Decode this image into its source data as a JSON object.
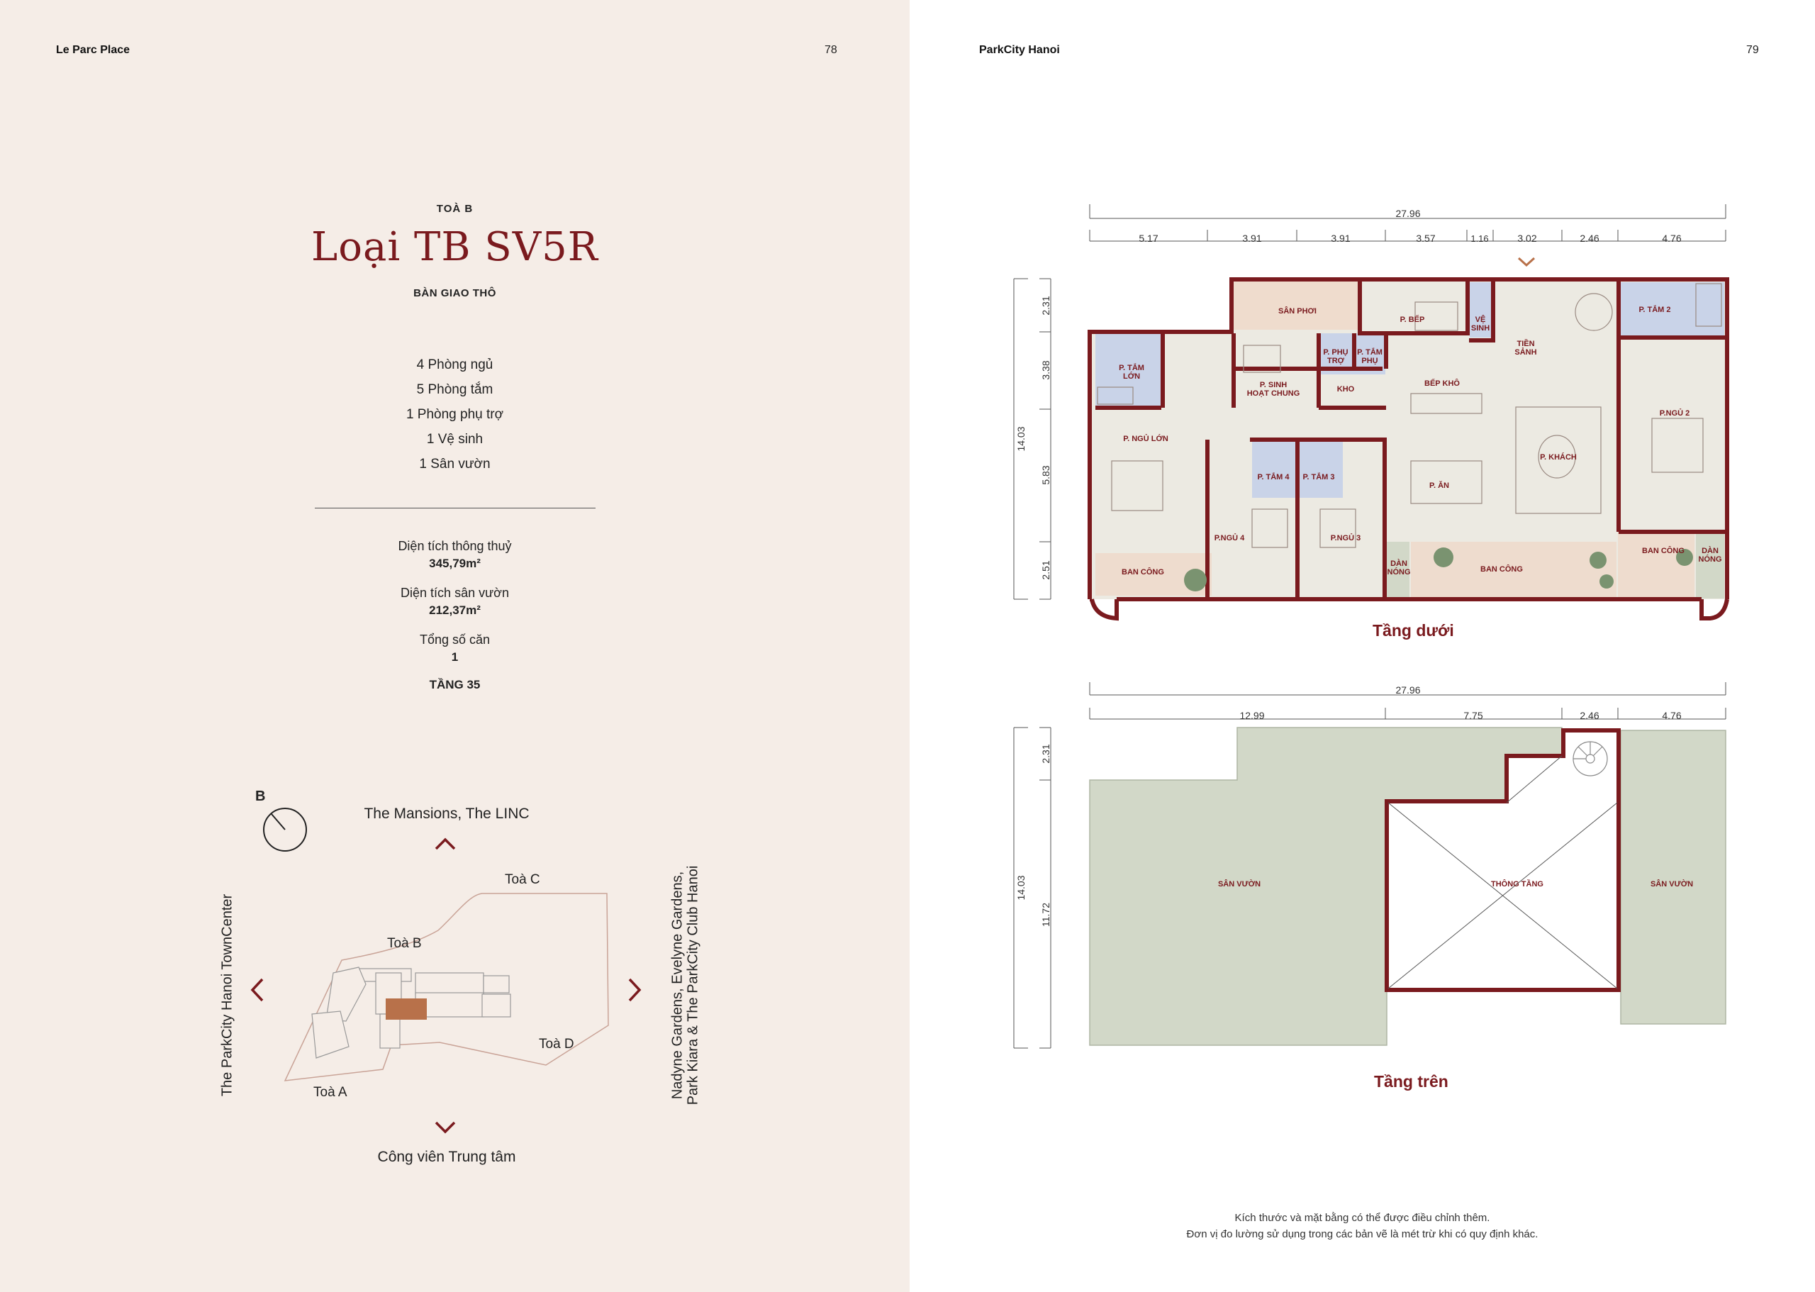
{
  "left_page": {
    "header": "Le Parc Place",
    "page_number": "78",
    "building": "TOÀ B",
    "title": "Loại TB SV5R",
    "handover": "BÀN GIAO THÔ",
    "features": [
      "4 Phòng ngủ",
      "5 Phòng tắm",
      "1 Phòng phụ trợ",
      "1 Vệ sinh",
      "1 Sân vườn"
    ],
    "stats": [
      {
        "label": "Diện tích thông thuỷ",
        "value": "345,79m²"
      },
      {
        "label": "Diện tích sân vườn",
        "value": "212,37m²"
      },
      {
        "label": "Tổng số căn",
        "value": "1"
      }
    ],
    "floor": "TẦNG 35",
    "site_plan": {
      "compass_label": "B",
      "north_label": "The Mansions, The LINC",
      "south_label": "Công viên Trung tâm",
      "west_label": "The ParkCity Hanoi TownCenter",
      "east_label_1": "Nadyne Gardens, Evelyne Gardens,",
      "east_label_2": "Park Kiara & The ParkCity Club Hanoi",
      "towers": [
        "Toà A",
        "Toà B",
        "Toà C",
        "Toà D"
      ],
      "accent_color": "#b8714a"
    }
  },
  "right_page": {
    "header": "ParkCity Hanoi",
    "page_number": "79",
    "lower_floor": {
      "caption": "Tầng dưới",
      "total_width": "27.96",
      "segments": [
        "5.17",
        "3.91",
        "3.91",
        "3.57",
        "1.16",
        "3.02",
        "2.46",
        "4.76"
      ],
      "total_depth": "14.03",
      "depth_segments": [
        "2.31",
        "3.38",
        "5.83",
        "2.51"
      ],
      "rooms": {
        "san_phoi": "SÂN PHƠI",
        "p_bep": "P. BẾP",
        "ve_sinh_1": "VỆ",
        "ve_sinh_2": "SINH",
        "p_tam_2": "P. TẮM 2",
        "tien_sanh_1": "TIỀN",
        "tien_sanh_2": "SẢNH",
        "p_tam_lon_1": "P. TẮM",
        "p_tam_lon_2": "LỚN",
        "p_sinh_hoat_1": "P. SINH",
        "p_sinh_hoat_2": "HOẠT CHUNG",
        "p_phu_tro_1": "P. PHỤ",
        "p_phu_tro_2": "TRỢ",
        "p_tam_phu_1": "P. TẮM",
        "p_tam_phu_2": "PHỤ",
        "kho": "KHO",
        "bep_kho": "BẾP KHÔ",
        "p_ngu_lon": "P. NGỦ LỚN",
        "p_tam_4": "P. TẮM 4",
        "p_tam_3": "P. TẮM 3",
        "p_ngu_4": "P.NGỦ 4",
        "p_ngu_3": "P.NGỦ 3",
        "p_an": "P. ĂN",
        "p_khach": "P. KHÁCH",
        "p_ngu_2": "P.NGỦ 2",
        "ban_cong": "BAN CÔNG",
        "dan_nong_1": "DÀN",
        "dan_nong_2": "NÓNG"
      }
    },
    "upper_floor": {
      "caption": "Tầng trên",
      "total_width": "27.96",
      "segments": [
        "12.99",
        "7.75",
        "2.46",
        "4.76"
      ],
      "total_depth": "14.03",
      "depth_segments": [
        "2.31",
        "11.72"
      ],
      "rooms": {
        "san_vuon": "SÂN VƯỜN",
        "thong_tang": "THÔNG TẦNG"
      }
    },
    "note_line_1": "Kích thước và mặt bằng có thể được điều chỉnh thêm.",
    "note_line_2": "Đơn vị đo lường sử dụng trong các bản vẽ là mét trừ khi có quy định khác.",
    "colors": {
      "wall": "#7a1a1e",
      "floor": "#eceae2",
      "wet_room": "#c9d3e8",
      "service": "#efdccd",
      "garden": "#d2d8c8",
      "balcony": "#eedcce"
    }
  }
}
